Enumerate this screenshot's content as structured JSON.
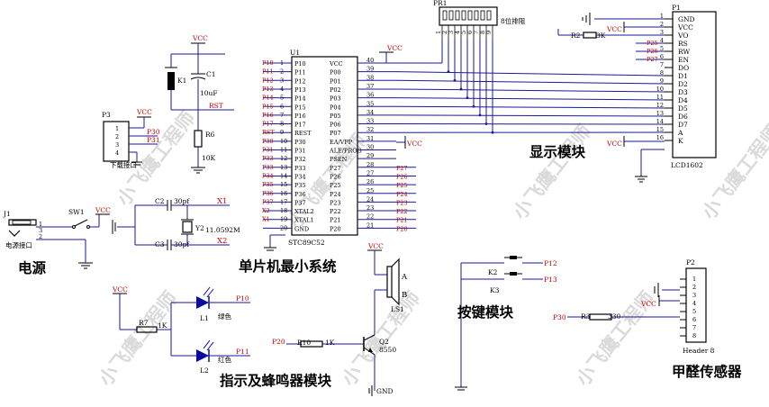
{
  "watermark": "小飞鹰工程师",
  "sections": {
    "power": "电源",
    "mcu_min": "单片机最小系统",
    "display": "显示模块",
    "keys": "按键模块",
    "indicator_buzzer": "指示及蜂鸣器模块",
    "formaldehyde": "甲醛传感器"
  },
  "power_jack": {
    "ref": "J1",
    "label": "电源接口",
    "pins": [
      "1",
      "3",
      "2"
    ],
    "switch": "SW1",
    "vcc": "VCC"
  },
  "program_header": {
    "ref": "P3",
    "label": "下载接口",
    "pins": [
      "1",
      "2",
      "3",
      "4"
    ],
    "nets": [
      "VCC",
      "P30",
      "P31"
    ]
  },
  "reset": {
    "vcc": "VCC",
    "key": "K1",
    "cap_ref": "C1",
    "cap_val": "10uF",
    "net": "RST",
    "res_ref": "R6",
    "res_val": "10K"
  },
  "crystal": {
    "c2_ref": "C2",
    "c2_val": "30pf",
    "c3_ref": "C3",
    "c3_val": "30pf",
    "y_ref": "Y2",
    "y_val": "11.0592M",
    "x1": "X1",
    "x2": "X2"
  },
  "mcu": {
    "ref": "U1",
    "part": "STC89C52",
    "left_pins": [
      {
        "net": "P10",
        "num": "1",
        "name": "P10"
      },
      {
        "net": "P11",
        "num": "2",
        "name": "P11"
      },
      {
        "net": "P12",
        "num": "3",
        "name": "P12"
      },
      {
        "net": "P13",
        "num": "4",
        "name": "P13"
      },
      {
        "net": "P14",
        "num": "5",
        "name": "P14"
      },
      {
        "net": "P15",
        "num": "6",
        "name": "P15"
      },
      {
        "net": "P16",
        "num": "7",
        "name": "P16"
      },
      {
        "net": "P17",
        "num": "8",
        "name": "P17"
      },
      {
        "net": "RST",
        "num": "9",
        "name": "REST"
      },
      {
        "net": "P30",
        "num": "10",
        "name": "P30"
      },
      {
        "net": "P31",
        "num": "11",
        "name": "P31"
      },
      {
        "net": "P33",
        "num": "12",
        "name": "P32"
      },
      {
        "net": "P33",
        "num": "13",
        "name": "P33"
      },
      {
        "net": "P34",
        "num": "14",
        "name": "P34"
      },
      {
        "net": "P35",
        "num": "15",
        "name": "P35"
      },
      {
        "net": "P36",
        "num": "16",
        "name": "P36"
      },
      {
        "net": "P37",
        "num": "17",
        "name": "P37"
      },
      {
        "net": "X2",
        "num": "18",
        "name": "XTAL2"
      },
      {
        "net": "X1",
        "num": "19",
        "name": "XTAL1"
      },
      {
        "net": "",
        "num": "20",
        "name": "GND"
      }
    ],
    "right_pins": [
      {
        "num": "40",
        "name": "VCC",
        "net": "VCC"
      },
      {
        "num": "39",
        "name": "P00",
        "net": ""
      },
      {
        "num": "38",
        "name": "P01",
        "net": ""
      },
      {
        "num": "37",
        "name": "P02",
        "net": ""
      },
      {
        "num": "36",
        "name": "P03",
        "net": ""
      },
      {
        "num": "35",
        "name": "P04",
        "net": ""
      },
      {
        "num": "34",
        "name": "P05",
        "net": ""
      },
      {
        "num": "33",
        "name": "P06",
        "net": ""
      },
      {
        "num": "32",
        "name": "P07",
        "net": ""
      },
      {
        "num": "31",
        "name": "EA/VPP",
        "net": "VCC"
      },
      {
        "num": "30",
        "name": "ALE/PROG",
        "net": ""
      },
      {
        "num": "29",
        "name": "PSEN",
        "net": ""
      },
      {
        "num": "28",
        "name": "P27",
        "net": "P27"
      },
      {
        "num": "27",
        "name": "P26",
        "net": "P26"
      },
      {
        "num": "26",
        "name": "P25",
        "net": "P25"
      },
      {
        "num": "25",
        "name": "P24",
        "net": "P24"
      },
      {
        "num": "24",
        "name": "P23",
        "net": "P23"
      },
      {
        "num": "23",
        "name": "P22",
        "net": "P22"
      },
      {
        "num": "22",
        "name": "P21",
        "net": "P21"
      },
      {
        "num": "21",
        "name": "P20",
        "net": "P20"
      }
    ]
  },
  "resistor_pack": {
    "ref": "PR1",
    "label": "8位排阻",
    "pins": [
      "1",
      "2",
      "3",
      "4",
      "5",
      "6",
      "7",
      "8",
      "9"
    ]
  },
  "lcd": {
    "ref": "P1",
    "part": "LCD1602",
    "r2_ref": "R2",
    "r2_val": "3K",
    "pins": [
      {
        "num": "1",
        "name": "GND",
        "net": ""
      },
      {
        "num": "2",
        "name": "VCC",
        "net": "VCC"
      },
      {
        "num": "3",
        "name": "VO",
        "net": ""
      },
      {
        "num": "4",
        "name": "RS",
        "net": "P25"
      },
      {
        "num": "5",
        "name": "RW",
        "net": "P26"
      },
      {
        "num": "6",
        "name": "EN",
        "net": "P27"
      },
      {
        "num": "7",
        "name": "DO",
        "net": ""
      },
      {
        "num": "8",
        "name": "D1",
        "net": ""
      },
      {
        "num": "9",
        "name": "D2",
        "net": ""
      },
      {
        "num": "10",
        "name": "D3",
        "net": ""
      },
      {
        "num": "11",
        "name": "D4",
        "net": ""
      },
      {
        "num": "12",
        "name": "D5",
        "net": ""
      },
      {
        "num": "13",
        "name": "D6",
        "net": ""
      },
      {
        "num": "14",
        "name": "D7",
        "net": ""
      },
      {
        "num": "15",
        "name": "A",
        "net": "VCC"
      },
      {
        "num": "16",
        "name": "K",
        "net": ""
      }
    ]
  },
  "leds": {
    "vcc": "VCC",
    "r7_ref": "R7",
    "r7_val": "1K",
    "l1_ref": "L1",
    "l1_color": "绿色",
    "l1_net": "P10",
    "l2_ref": "L2",
    "l2_color": "红色",
    "l2_net": "P11"
  },
  "buzzer": {
    "vcc": "VCC",
    "ref": "LS1",
    "pin_a": "A",
    "pin_b": "B",
    "r10_ref": "R10",
    "r10_val": "1K",
    "net": "P20",
    "q_ref": "Q2",
    "q_part": "8550",
    "gnd": "GND"
  },
  "keys": {
    "k2": "K2",
    "k2_net": "P12",
    "k3": "K3",
    "k3_net": "P13"
  },
  "sensor": {
    "ref": "P2",
    "part": "Header 8",
    "pins": [
      "1",
      "2",
      "3",
      "4",
      "5",
      "6",
      "7",
      "8"
    ],
    "vcc": "VCC",
    "r3_ref": "R3",
    "r3_val": "330",
    "net": "P30"
  }
}
